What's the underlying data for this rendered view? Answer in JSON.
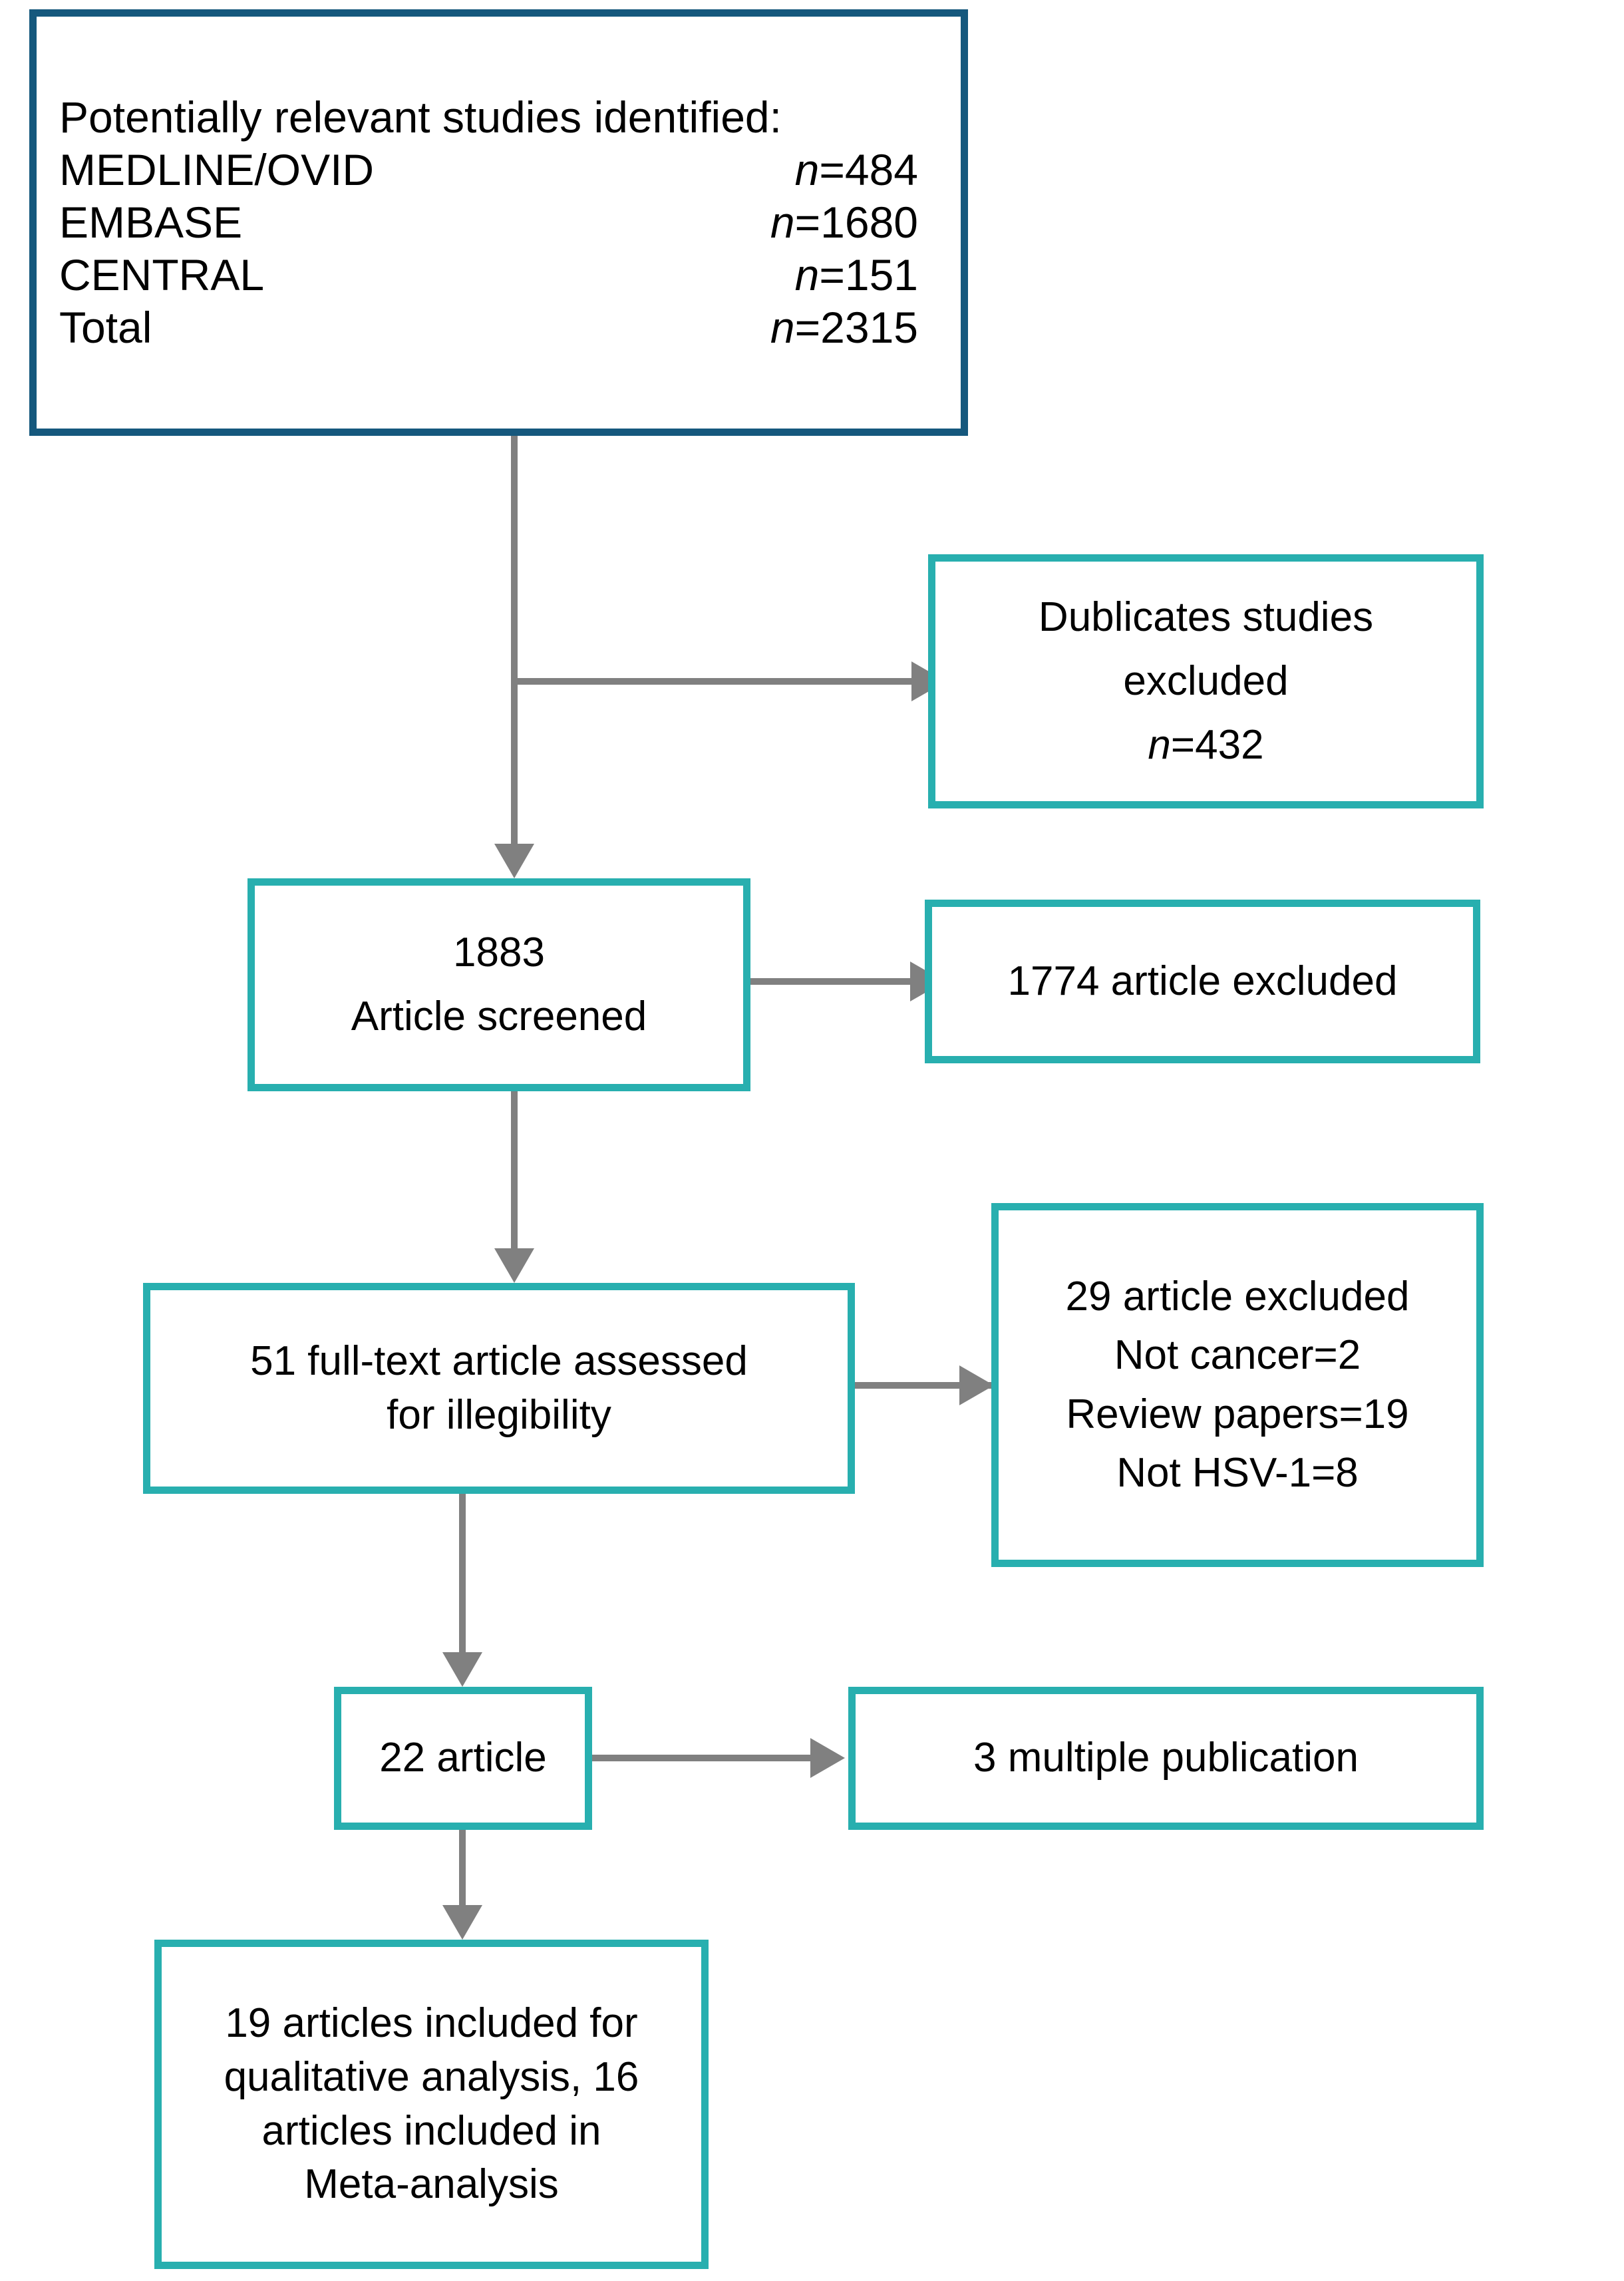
{
  "diagram": {
    "type": "prisma-flow-diagram",
    "title": "",
    "colors": {
      "identification_border": "#15587D",
      "stage_border": "#28AFAF",
      "connector": "#808080",
      "text": "#000000",
      "background": "#FFFFFF"
    }
  },
  "nodes": {
    "identification": {
      "title": "Potentially relevant studies identified:",
      "rows": [
        {
          "source": "MEDLINE/OVID",
          "n_prefix": "n",
          "n_value": "=484"
        },
        {
          "source": "EMBASE",
          "n_prefix": "n",
          "n_value": "=1680"
        },
        {
          "source": "CENTRAL",
          "n_prefix": "n",
          "n_value": "=151"
        },
        {
          "source": "Total",
          "n_prefix": "n",
          "n_value": "=2315"
        }
      ]
    },
    "duplicates_excluded": {
      "line1": "Dublicates studies",
      "line2": "excluded",
      "n_prefix": "n",
      "n_value": "=432"
    },
    "screened": {
      "line1": "1883",
      "line2": "Article screened"
    },
    "screen_excluded": {
      "line1": "1774 article excluded"
    },
    "fulltext_assessed": {
      "line1": "51 full-text article assessed",
      "line2": "for illegibility"
    },
    "fulltext_excluded": {
      "line1": "29 article excluded",
      "line2": "Not cancer=2",
      "line3": "Review papers=19",
      "line4": "Not HSV-1=8"
    },
    "eligible": {
      "line1": "22 article"
    },
    "multiple_publication": {
      "line1": "3 multiple publication"
    },
    "included": {
      "line1": "19 articles included  for",
      "line2": "qualitative analysis, 16",
      "line3": "articles included in",
      "line4": "Meta-analysis"
    }
  },
  "chart_data": {
    "type": "diagram",
    "title": "PRISMA study selection flow diagram",
    "stages": [
      {
        "id": "identification",
        "label": "Potentially relevant studies identified",
        "total": 2315,
        "sources": [
          {
            "name": "MEDLINE/OVID",
            "n": 484
          },
          {
            "name": "EMBASE",
            "n": 1680
          },
          {
            "name": "CENTRAL",
            "n": 151
          }
        ]
      },
      {
        "id": "duplicates_excluded",
        "label": "Dublicates studies excluded",
        "n": 432
      },
      {
        "id": "screened",
        "label": "Article screened",
        "n": 1883
      },
      {
        "id": "screen_excluded",
        "label": "article excluded",
        "n": 1774
      },
      {
        "id": "fulltext_assessed",
        "label": "full-text article assessed for illegibility",
        "n": 51
      },
      {
        "id": "fulltext_excluded",
        "label": "article excluded",
        "n": 29,
        "reasons": [
          {
            "name": "Not cancer",
            "n": 2
          },
          {
            "name": "Review papers",
            "n": 19
          },
          {
            "name": "Not HSV-1",
            "n": 8
          }
        ]
      },
      {
        "id": "eligible",
        "label": "article",
        "n": 22
      },
      {
        "id": "multiple_publication",
        "label": "multiple publication",
        "n": 3
      },
      {
        "id": "included",
        "label": "articles included for qualitative analysis / Meta-analysis",
        "qualitative_n": 19,
        "meta_analysis_n": 16
      }
    ],
    "edges": [
      {
        "from": "identification",
        "to": "duplicates_excluded"
      },
      {
        "from": "identification",
        "to": "screened"
      },
      {
        "from": "screened",
        "to": "screen_excluded"
      },
      {
        "from": "screened",
        "to": "fulltext_assessed"
      },
      {
        "from": "fulltext_assessed",
        "to": "fulltext_excluded"
      },
      {
        "from": "fulltext_assessed",
        "to": "eligible"
      },
      {
        "from": "eligible",
        "to": "multiple_publication"
      },
      {
        "from": "eligible",
        "to": "included"
      }
    ]
  }
}
